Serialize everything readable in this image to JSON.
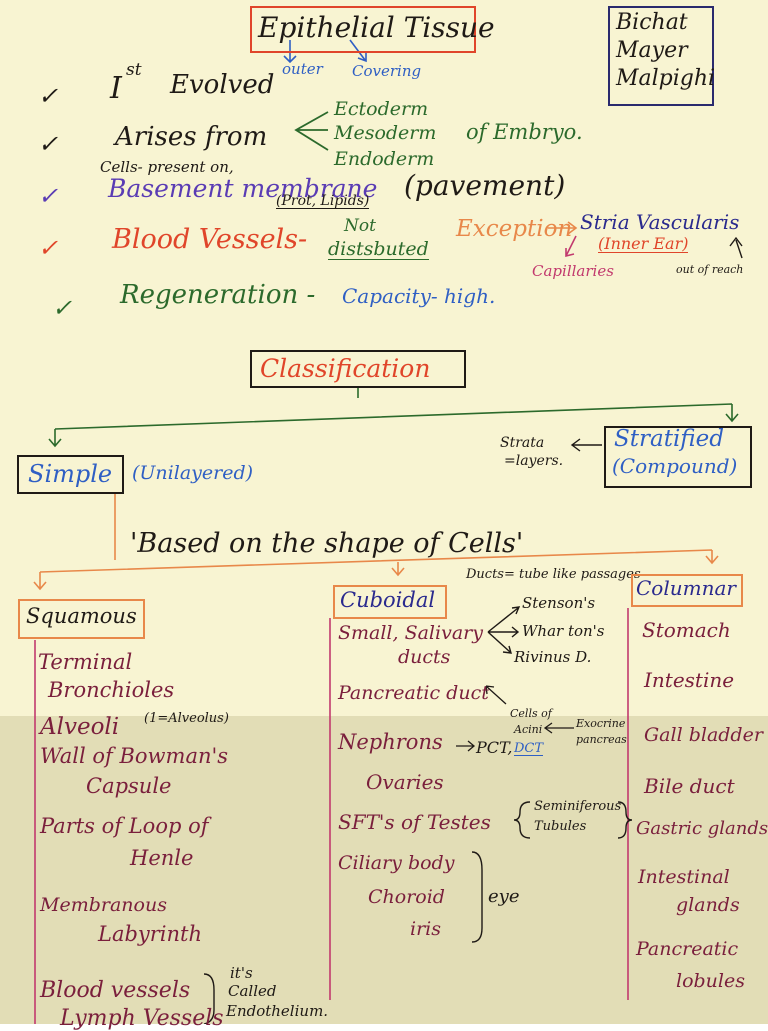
{
  "colors": {
    "paper_top": "#f8f4d2",
    "paper_bottom": "#e2ddb6",
    "black": "#1f1a16",
    "red": "#e0452a",
    "blue": "#2f5fc4",
    "green": "#2c6a2c",
    "purple": "#5a3cb4",
    "orange": "#e8884a",
    "maroon": "#7a1f3c",
    "pink": "#c23a6e",
    "magenta": "#b02a6a"
  },
  "header": {
    "title": "Epithelial Tissue",
    "note_outer": "outer",
    "note_covering": "Covering",
    "scientists": [
      "Bichat",
      "Mayer",
      "Malpighi"
    ]
  },
  "check": "✓",
  "facts": {
    "evolved": {
      "ordinal": "I",
      "superscript": "st",
      "text": "Evolved"
    },
    "arises": {
      "label": "Arises from",
      "layers": [
        "Ectoderm",
        "Mesoderm",
        "Endoderm"
      ],
      "suffix": "of Embryo."
    },
    "basement": {
      "note": "Cells- present on,",
      "label": "Basement membrane",
      "sub": "(Prot, Lipids)",
      "paren": "(pavement)"
    },
    "blood": {
      "label": "Blood Vessels-",
      "not": "Not",
      "distributed": "distsbuted",
      "exception": "Exception",
      "stria": "Stria Vascularis",
      "inner_ear": "(Inner Ear)",
      "capillaries": "Capillaries",
      "out_of_reach": "out of reach"
    },
    "regeneration": {
      "label": "Regeneration -",
      "value": "Capacity- high."
    }
  },
  "classification": {
    "title": "Classification",
    "simple": "Simple",
    "unilayered": "(Unilayered)",
    "stratified": "Stratified",
    "compound": "(Compound)",
    "strata_1": "Strata",
    "strata_2": "=layers."
  },
  "shape_note": "'Based on the shape of Cells'",
  "ducts_note": "Ducts= tube like passages",
  "columns": {
    "squamous": {
      "title": "Squamous",
      "items": [
        "Terminal",
        "Bronchioles",
        "Alveoli",
        "(1=Alveolus)",
        "Wall of Bowman's",
        "Capsule",
        "Parts of Loop of",
        "Henle",
        "Membranous",
        "Labyrinth",
        "Blood vessels",
        "Lymph Vessels"
      ],
      "endo_1": "it's",
      "endo_2": "Called",
      "endo_3": "Endothelium."
    },
    "cuboidal": {
      "title": "Cuboidal",
      "items": [
        "Small, Salivary",
        "ducts",
        "Pancreatic duct",
        "Nephrons",
        "Ovaries",
        "SFT's of Testes",
        "Ciliary body",
        "Choroid",
        "iris"
      ],
      "salivary": [
        "Stenson's",
        "Whar ton's",
        "Rivinus D."
      ],
      "acini": [
        "Cells of",
        "Acini"
      ],
      "exocrine": [
        "Exocrine",
        "pancreas"
      ],
      "pct": "PCT,",
      "dct": "DCT",
      "semini": [
        "Seminiferous",
        "Tubules"
      ],
      "eye": "eye"
    },
    "columnar": {
      "title": "Columnar",
      "items": [
        "Stomach",
        "Intestine",
        "Gall bladder",
        "Bile duct",
        "Gastric glands",
        "Intestinal",
        "glands",
        "Pancreatic",
        "lobules"
      ]
    }
  }
}
